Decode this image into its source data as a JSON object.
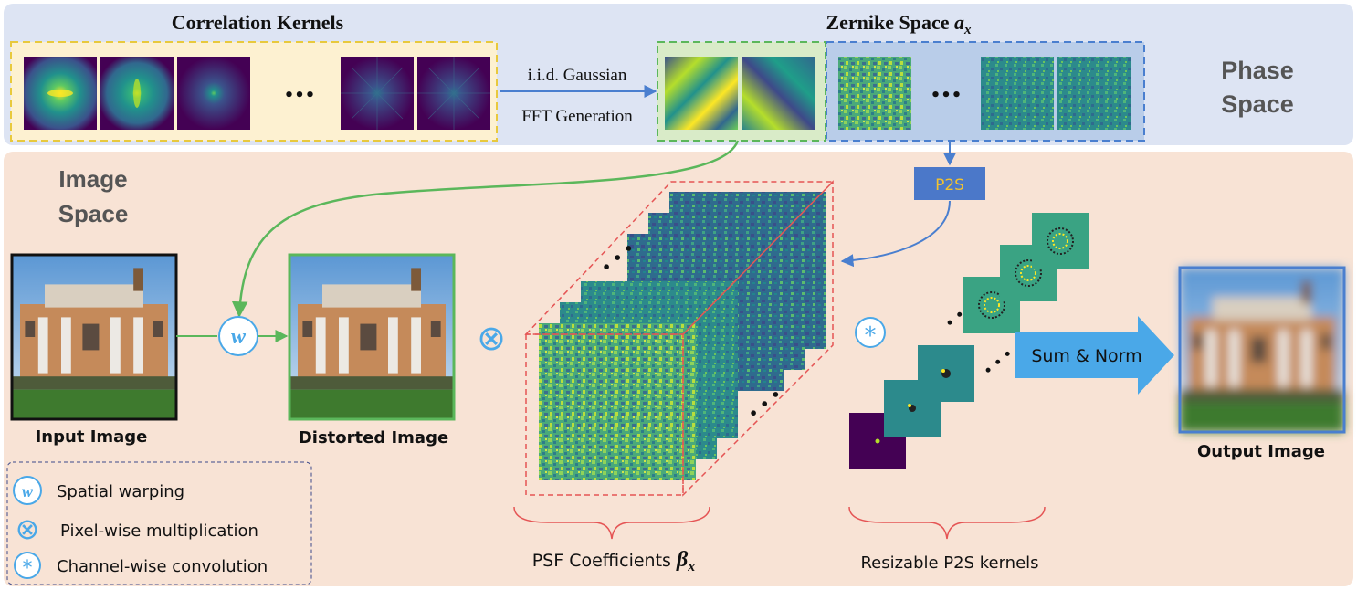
{
  "phase_space": {
    "label_line1": "Phase",
    "label_line2": "Space",
    "correlation_title": "Correlation Kernels",
    "zernike_title": "Zernike Space ",
    "zernike_symbol": "a",
    "zernike_subscript": "x",
    "ellipsis": "•••",
    "arrow_line1": "i.i.d. Gaussian",
    "arrow_line2": "FFT Generation"
  },
  "image_space": {
    "label_line1": "Image",
    "label_line2": "Space",
    "p2s_label": "P2S",
    "input_label": "Input Image",
    "distorted_label": "Distorted Image",
    "output_label": "Output Image",
    "sum_norm_label": "Sum & Norm",
    "psf_label": "PSF Coefficients ",
    "psf_symbol": "β",
    "psf_subscript": "x",
    "p2s_kernels_label": "Resizable P2S kernels",
    "warp_symbol": "w",
    "mult_symbol": "⊗",
    "conv_symbol": "*"
  },
  "legend": {
    "items": [
      {
        "symbol": "w",
        "label": "Spatial warping"
      },
      {
        "symbol": "⊗",
        "label": "Pixel-wise multiplication"
      },
      {
        "symbol": "*",
        "label": "Channel-wise convolution"
      }
    ]
  },
  "colors": {
    "phase_bg": "#dde4f3",
    "image_bg": "#f8e3d5",
    "kernel_box_bg": "#fdf1d1",
    "kernel_box_border": "#e8c93d",
    "green": "#5bb75b",
    "blue_box": "#4a7fcf",
    "accent_blue": "#4aa8e8",
    "red_dash": "#e55555",
    "p2s_fill": "#4b78c9",
    "p2s_text": "#f2c230"
  }
}
